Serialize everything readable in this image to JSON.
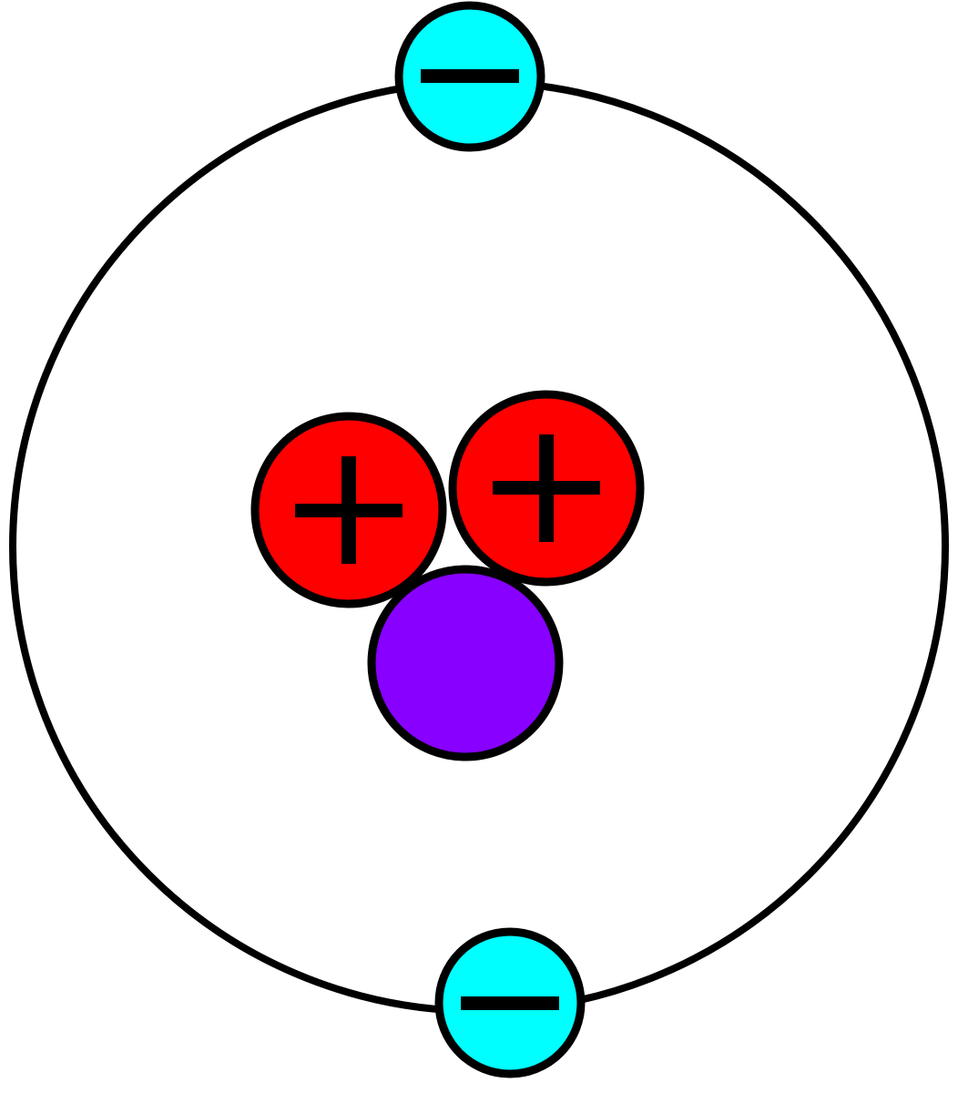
{
  "diagram": {
    "colors": {
      "stroke": "#000000",
      "electron": "#00ffff",
      "proton": "#ff0000",
      "neutron": "#8800ff",
      "background": "#ffffff"
    },
    "particles": {
      "protons": 2,
      "neutrons": 1,
      "electrons": 2
    },
    "signs": {
      "proton": "plus",
      "electron": "minus",
      "neutron": "none"
    }
  }
}
